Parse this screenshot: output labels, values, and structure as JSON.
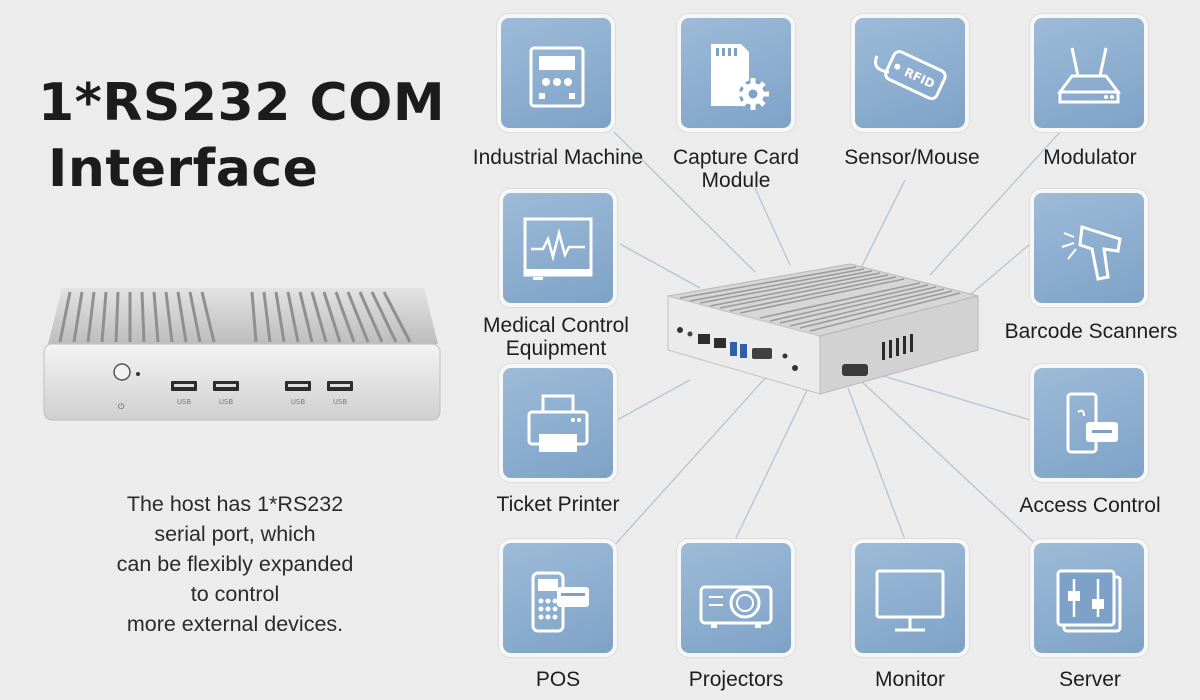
{
  "title": {
    "line1": "1*RS232 COM",
    "line2": "Interface"
  },
  "description": {
    "lines": [
      "The host has 1*RS232",
      "serial port, which",
      "can be flexibly expanded",
      "to control",
      "more external devices."
    ]
  },
  "left_device": {
    "port_labels": [
      "USB",
      "USB",
      "USB",
      "USB"
    ]
  },
  "devices": [
    {
      "label": "Industrial Machine",
      "label2": "",
      "icon": "industrial-machine-icon"
    },
    {
      "label": "Capture Card",
      "label2": "Module",
      "icon": "capture-card-icon"
    },
    {
      "label": "Sensor/Mouse",
      "label2": "",
      "icon": "rfid-tag-icon",
      "icon_text": "RFID"
    },
    {
      "label": "Modulator",
      "label2": "",
      "icon": "router-icon"
    },
    {
      "label": "Medical Control",
      "label2": "Equipment",
      "icon": "medical-monitor-icon"
    },
    {
      "label": "Barcode Scanners",
      "label2": "",
      "icon": "barcode-scanner-icon"
    },
    {
      "label": "Ticket Printer",
      "label2": "",
      "icon": "printer-icon"
    },
    {
      "label": "Access Control",
      "label2": "",
      "icon": "access-card-icon"
    },
    {
      "label": "POS",
      "label2": "",
      "icon": "pos-terminal-icon"
    },
    {
      "label": "Projectors",
      "label2": "",
      "icon": "projector-icon"
    },
    {
      "label": "Monitor",
      "label2": "",
      "icon": "monitor-icon"
    },
    {
      "label": "Server",
      "label2": "",
      "icon": "server-icon"
    }
  ],
  "colors": {
    "tile_top": "#9dbbd8",
    "tile_bottom": "#7ea2c7",
    "background": "#ececec",
    "connector": "#b9c4d0"
  }
}
